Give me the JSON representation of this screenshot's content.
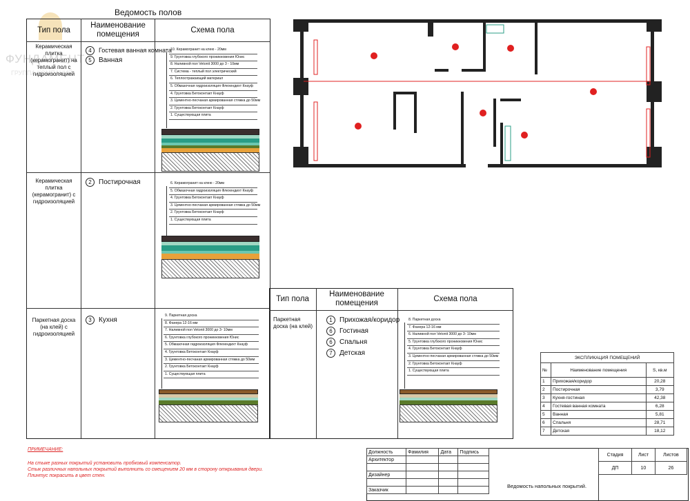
{
  "title": "Ведомость полов",
  "watermark": {
    "brand": "ФУНДАМЕНТ",
    "sub": "ГРУППА КОМПАНИЙ"
  },
  "table1": {
    "headers": {
      "type": "Тип пола",
      "name": "Наименование помещения",
      "scheme": "Схема пола"
    },
    "rows": [
      {
        "type": "Керамическая плитка (керамогранит) на теплый пол с гидроизоляцией",
        "rooms": [
          {
            "num": "4",
            "name": "Гостевая ванная комната"
          },
          {
            "num": "5",
            "name": "Ванная"
          }
        ],
        "layers": [
          "10. Керамогранит на клею - 20мм",
          "9. Грунтовка глубокого проникновения Юнис",
          "8. Наливной пол Vetonit 3000 до 3 - 10мм",
          "7. Система - теплый пол электрический",
          "6. Теплоотражающий материал",
          "5. Обмазочная гидроизоляция Флехендихт Кнауф",
          "4. Грунтовка Бетоконтакт Кнауф",
          "3. Цементно-песчаная армированная стяжка до 50мм",
          "2. Грунтовка Бетоконтакт Кнауф",
          "1. Существующая плита"
        ]
      },
      {
        "type": "Керамическая плитка (керамогранит) с гидроизоляцией",
        "rooms": [
          {
            "num": "2",
            "name": "Постирочная"
          }
        ],
        "layers": [
          "6. Керамогранит на клею - 20мм",
          "5. Обмазочная гидроизоляция Флехендихт Кнауф",
          "4. Грунтовка Бетоконтакт Кнауф",
          "3. Цементно-песчаная армированная стяжка до 50мм",
          "2. Грунтовка Бетоконтакт Кнауф",
          "1. Существующая плита"
        ]
      },
      {
        "type": "Паркетная доска (на клей) с гидроизоляцией",
        "rooms": [
          {
            "num": "3",
            "name": "Кухня"
          }
        ],
        "layers": [
          "9. Паркетная доска",
          "8. Фанера 12-16 мм",
          "7. Наливной пол Vetonit 3000 до 3- 10мм",
          "6. Грунтовка глубокого проникновения Юнис",
          "5. Обмазочная гидроизоляция Флехендихт Кнауф",
          "4. Грунтовка Бетоконтакт Кнауф",
          "3. Цементно-песчаная армированная стяжка до 50мм",
          "2. Грунтовка Бетоконтакт Кнауф",
          "1. Существующая плита"
        ]
      }
    ]
  },
  "table2": {
    "headers": {
      "type": "Тип пола",
      "name": "Наименование помещения",
      "scheme": "Схема пола"
    },
    "row": {
      "type": "Паркетная доска (на клей)",
      "rooms": [
        {
          "num": "1",
          "name": "Прихожая/коридор"
        },
        {
          "num": "6",
          "name": "Гостиная"
        },
        {
          "num": "6",
          "name": "Спальня"
        },
        {
          "num": "7",
          "name": "Детская"
        }
      ],
      "layers": [
        "8. Паркетная доска",
        "7. Фанера 12-16 мм",
        "6. Наливной пол Vetonit 3000 до 3- 10мм",
        "5. Грунтовка глубокого проникновения Юнис",
        "4. Грунтовка Бетоконтакт Кнауф",
        "3. Цементно-песчаная армированная стяжка до 50мм",
        "2. Грунтовка Бетоконтакт Кнауф",
        "1. Существующая плита"
      ]
    }
  },
  "explication": {
    "title": "ЭКСПЛИКАЦИЯ ПОМЕЩЕНИЙ",
    "col_num": "№",
    "col_name": "Наименование помещения",
    "col_area": "S, кв.м",
    "rows": [
      {
        "num": "1",
        "name": "Прихожая/коридор",
        "area": "20,28"
      },
      {
        "num": "2",
        "name": "Постирочная",
        "area": "3,79"
      },
      {
        "num": "3",
        "name": "Кухня-гостиная",
        "area": "42,38"
      },
      {
        "num": "4",
        "name": "Гостевая ванная комната",
        "area": "6,28"
      },
      {
        "num": "5",
        "name": "Ванная",
        "area": "5,81"
      },
      {
        "num": "6",
        "name": "Спальня",
        "area": "28,71"
      },
      {
        "num": "7",
        "name": "Детская",
        "area": "18,12"
      }
    ]
  },
  "note": {
    "title": "ПРИМЕЧАНИЕ:",
    "lines": [
      "На стыке разных покрытий установить пробковый компенсатор.",
      "Стык различных напольных покрытий выполнить со смещением 20 мм в сторону открывания двери.",
      "Плинтус покрасить в цвет стен."
    ]
  },
  "stamp": {
    "role": "Должность",
    "surname": "Фамилия",
    "date": "Дата",
    "sign": "Подпись",
    "architect": "Архитектор",
    "designer": "Дизайнер",
    "customer": "Заказчик",
    "stage_label": "Стадия",
    "sheet_label": "Лист",
    "sheets_label": "Листов",
    "stage": "ДП",
    "sheet": "10",
    "sheets": "26",
    "doc_title": "Ведомость напольных покрытий."
  },
  "colors": {
    "accent_red": "#e02020",
    "tile_teal": "#2a9d86",
    "tile_orange": "#e8a13a",
    "parquet_brown": "#8a5a2b"
  }
}
